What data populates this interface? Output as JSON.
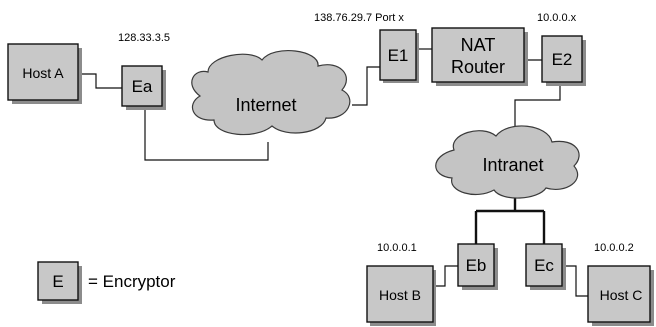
{
  "nodes": {
    "host_a": "Host A",
    "ea": "Ea",
    "e1": "E1",
    "nat_line1": "NAT",
    "nat_line2": "Router",
    "e2": "E2",
    "eb": "Eb",
    "ec": "Ec",
    "host_b": "Host B",
    "host_c": "Host C",
    "internet": "Internet",
    "intranet": "Intranet"
  },
  "addresses": {
    "ea": "128.33.3.5",
    "e1": "138.76.29.7 Port x",
    "e2": "10.0.0.x",
    "host_b": "10.0.0.1",
    "host_c": "10.0.0.2"
  },
  "legend": {
    "symbol": "E",
    "text": "= Encryptor"
  },
  "colors": {
    "box_fill": "#c8c8c8",
    "box_shadow": "#8c8c8c",
    "cloud_fill": "#c4c4c4",
    "line": "#111111"
  }
}
